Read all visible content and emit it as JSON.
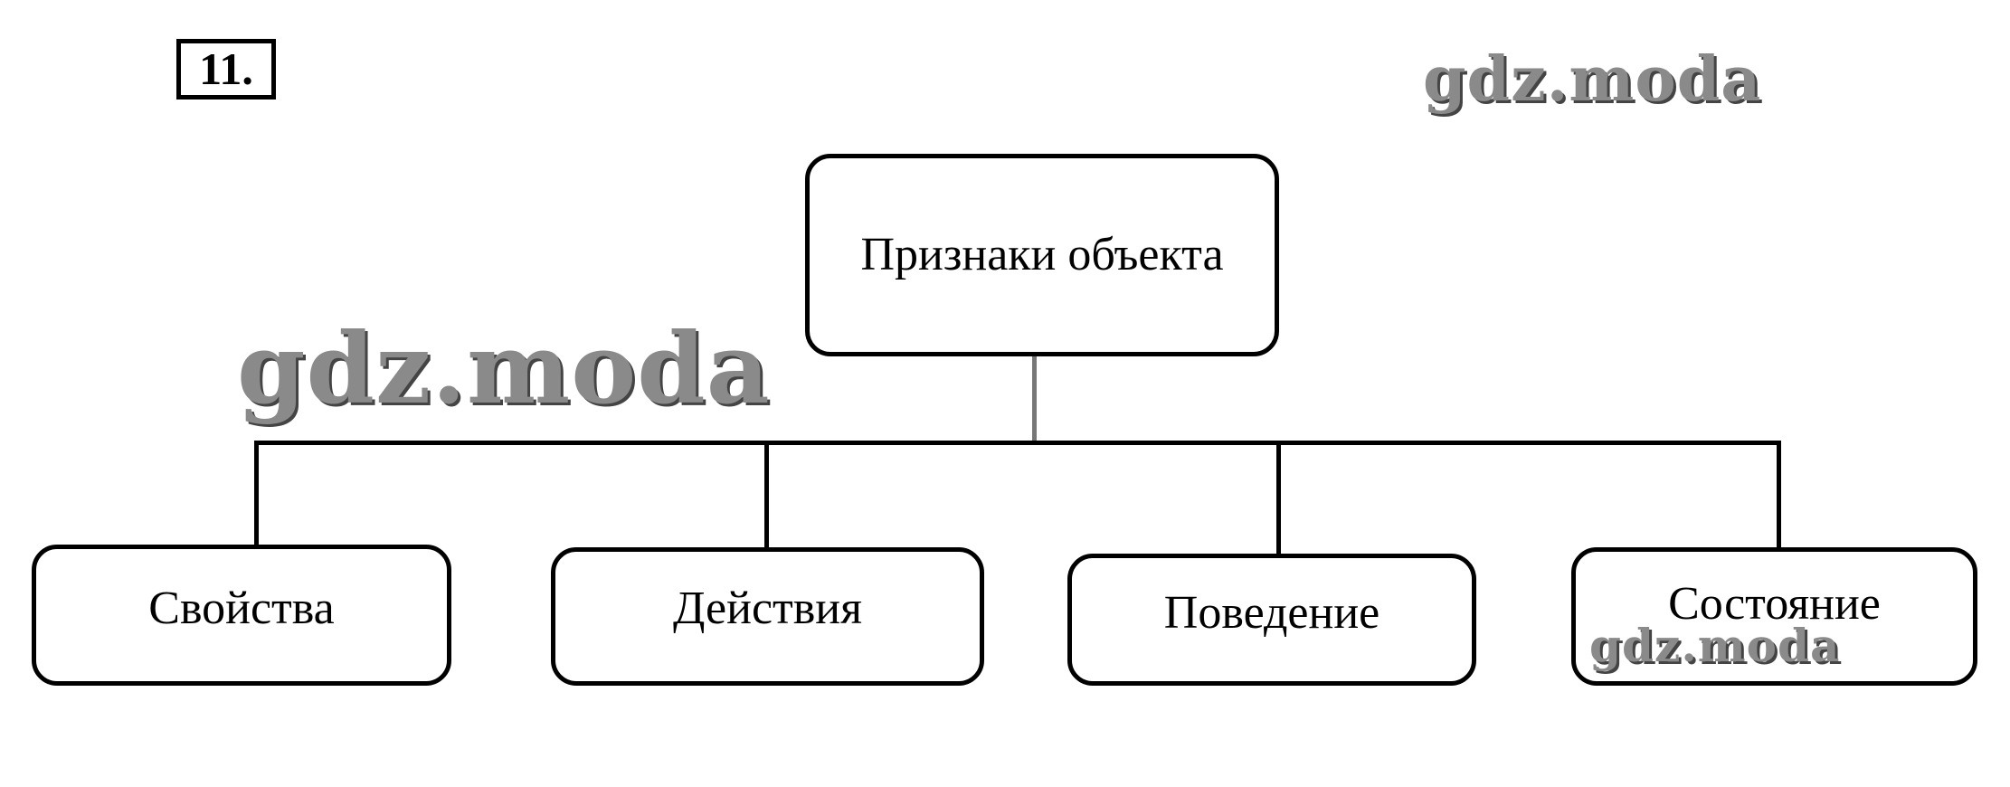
{
  "task_number": "11.",
  "root": {
    "label": "Признаки объекта"
  },
  "children": [
    {
      "label": "Свойства"
    },
    {
      "label": "Действия"
    },
    {
      "label": "Поведение"
    },
    {
      "label": "Состояние"
    }
  ],
  "watermark": "gdz.moda",
  "colors": {
    "line": "#000000",
    "watermark": "#8a8a8a"
  }
}
